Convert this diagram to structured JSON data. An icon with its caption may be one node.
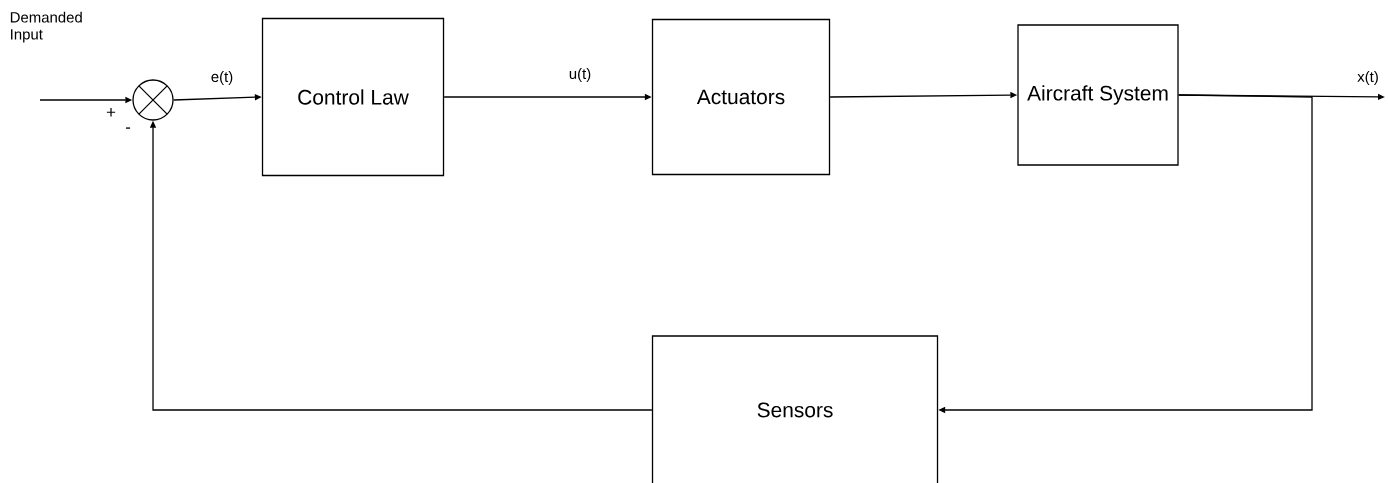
{
  "diagram": {
    "nodes": [
      {
        "text": [],
        "shape": "circle"
      },
      {
        "text": [
          "Control Law"
        ]
      },
      {
        "text": [
          "Actuators"
        ]
      },
      {
        "text": [
          "Aircraft System"
        ]
      },
      {
        "text": [
          "Sensors"
        ]
      }
    ],
    "edges": [
      {
        "from": null,
        "to": 0,
        "arrow": "to",
        "label": "Demanded Input"
      },
      {
        "from": 0,
        "to": 1,
        "arrow": "to",
        "label": "e(t)"
      },
      {
        "from": 1,
        "to": 2,
        "arrow": "to",
        "label": "u(t)"
      },
      {
        "from": 2,
        "to": 3,
        "arrow": "to"
      },
      {
        "from": 3,
        "to": null,
        "arrow": "to",
        "label": "x(t)"
      },
      {
        "from": 3,
        "to": 4,
        "arrow": "to"
      },
      {
        "from": 4,
        "to": 0,
        "arrow": "to"
      }
    ],
    "labels": [
      "+",
      "-"
    ]
  }
}
